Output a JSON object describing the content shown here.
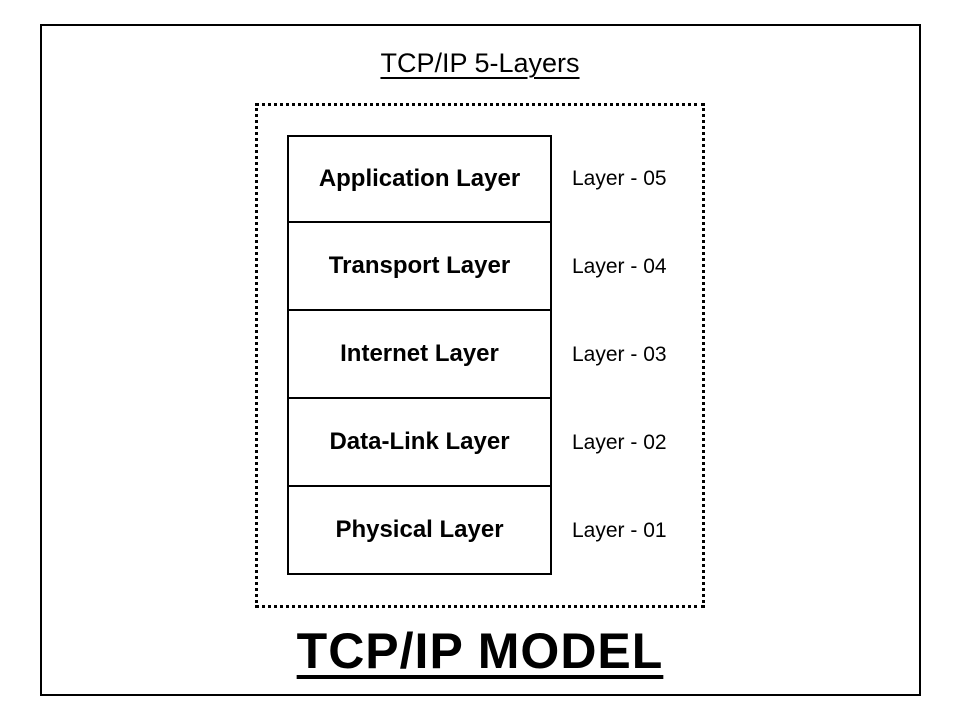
{
  "diagram": {
    "top_title": "TCP/IP 5-Layers",
    "bottom_title": "TCP/IP MODEL",
    "layers": [
      {
        "name": "Application Layer",
        "label": "Layer - 05"
      },
      {
        "name": "Transport Layer",
        "label": "Layer - 04"
      },
      {
        "name": "Internet Layer",
        "label": "Layer - 03"
      },
      {
        "name": "Data-Link Layer",
        "label": "Layer - 02"
      },
      {
        "name": "Physical Layer",
        "label": "Layer - 01"
      }
    ],
    "colors": {
      "text": "#000000",
      "border": "#000000",
      "background": "#ffffff"
    }
  }
}
